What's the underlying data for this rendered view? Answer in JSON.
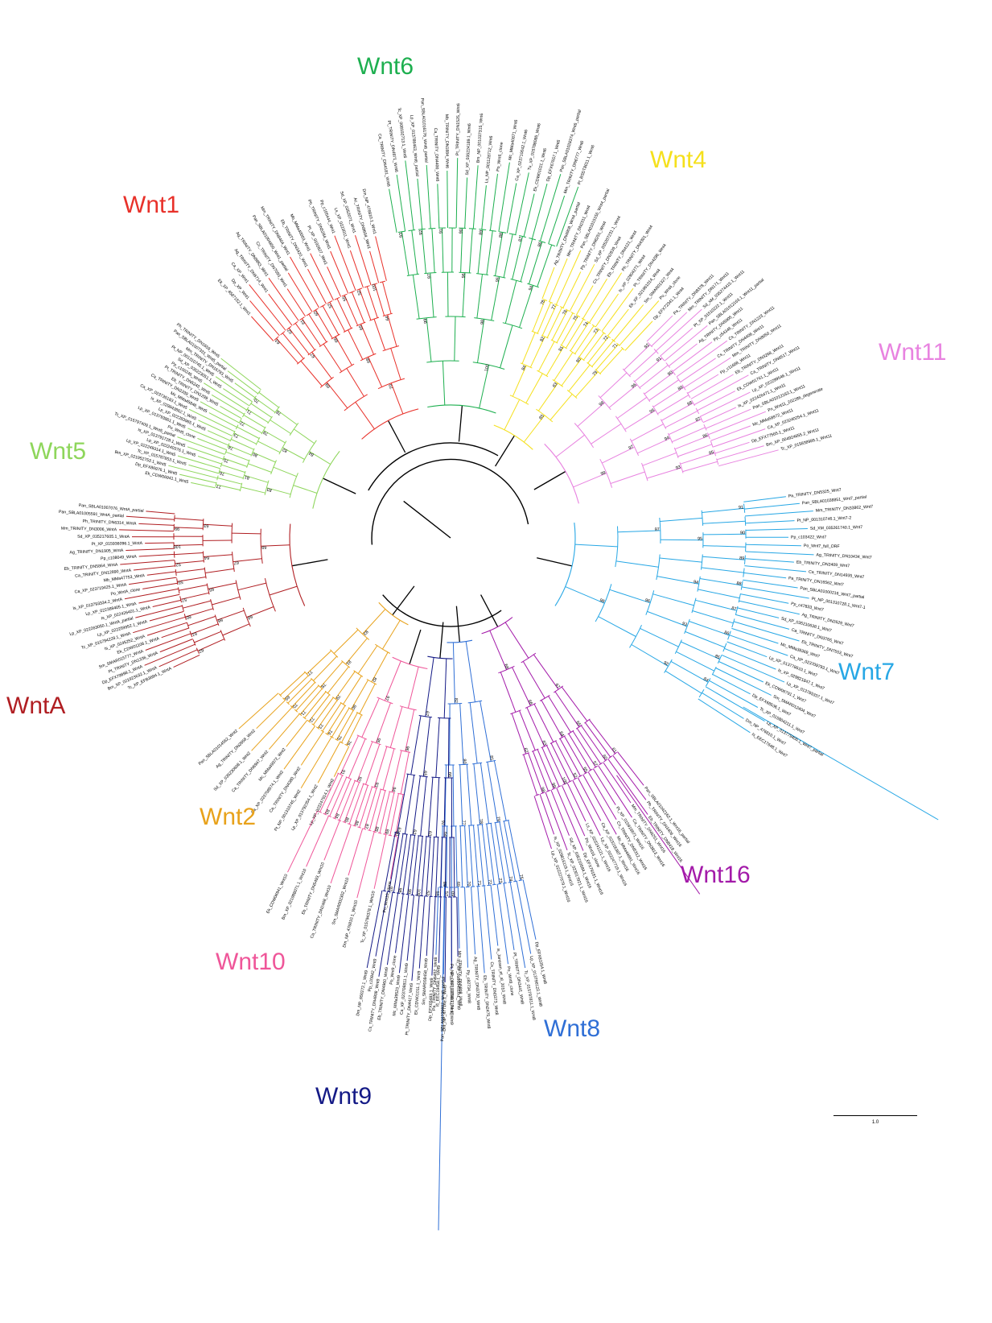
{
  "colors": {
    "Wnt1": "#e8312a",
    "Wnt6": "#1daf4f",
    "Wnt4": "#f5e01c",
    "Wnt11": "#e883e0",
    "Wnt7": "#27a7e5",
    "Wnt16": "#a31aa9",
    "Wnt8": "#2f6fd6",
    "Wnt9": "#141a86",
    "Wnt10": "#ef5699",
    "Wnt2": "#e8a21b",
    "WntA": "#b01e22",
    "Wnt5": "#8ed65b",
    "backbone": "#000000"
  },
  "clades": [
    {
      "name": "Wnt6",
      "color_key": "Wnt6"
    },
    {
      "name": "Wnt4",
      "color_key": "Wnt4"
    },
    {
      "name": "Wnt1",
      "color_key": "Wnt1"
    },
    {
      "name": "Wnt11",
      "color_key": "Wnt11"
    },
    {
      "name": "Wnt5",
      "color_key": "Wnt5"
    },
    {
      "name": "WntA",
      "color_key": "WntA"
    },
    {
      "name": "Wnt7",
      "color_key": "Wnt7"
    },
    {
      "name": "Wnt2",
      "color_key": "Wnt2"
    },
    {
      "name": "Wnt16",
      "color_key": "Wnt16"
    },
    {
      "name": "Wnt10",
      "color_key": "Wnt10"
    },
    {
      "name": "Wnt8",
      "color_key": "Wnt8"
    },
    {
      "name": "Wnt9",
      "color_key": "Wnt9"
    }
  ],
  "leaves": {
    "Wnt1": [
      "Ek_XP_4587152.1_Wnt1",
      "Dp_XP_Wnt1",
      "Ca_XP_Wnt1",
      "Ag_TRINITY_DN6714_Wnt1",
      "Ag_TRINITY_DN8953_Wnt1",
      "Cs_TRINITY_DN7093_Wnt1",
      "Pan_SBLA01004850_Wnt1_partial",
      "Mm_TRINITY_DN8404_Wnt1",
      "Eb_TRINITY_DN3420_Wnt1",
      "Mb_MMa40003_Wnt1",
      "Pt_XP_0192827_Wnt1",
      "Ph_TRINITY_DN5284_Wnt1",
      "Pp_c105444_Wnt1",
      "Ls_XP_0223011_Wnt1",
      "Sd_XP_0352071_Wnt1",
      "Ac_TRINITY_DN8694_Wnt1",
      "Dm_NP_476810.1_Wnt1"
    ],
    "Wnt6": [
      "Ca_TRINITY_DN4181_Wnt6",
      "Pt_TRINITY_DN4871_Wnt6",
      "Tc_XP_008192713.1_Wnt6",
      "Lp_XP_013786463_Wnt6_partial",
      "Pan_SBLA01016176_Wnt6_partial",
      "Ca_TRINITY_DN4400_Wnt6",
      "Mb_TRINITY_DN1884_Wnt6",
      "Pt_TRINITY_DN1525_Wnt6",
      "Sd_XP_035224189.1_Wnt6",
      "Bm_NP_001037315_Wnt6",
      "Ls_NP_001128712_Wnt6",
      "Po_Wnt6_clone",
      "Mc_MMa40871_Wnt6",
      "Ca_XP_023710042.1_Wnt6",
      "Tu_XP_015788085_Wnt6",
      "Ek_CDW01021.1_Wnt6",
      "Dp_EFX67657.1_Wnt6",
      "Pan_SBLA01028374_Wnt6_partial",
      "Mm_TRINITY_DN6777_Wnt6",
      "Pt_BSDT8011.1_Wnt6"
    ],
    "Wnt4": [
      "Ag_TRINITY_DN4908_Wnt4_partial",
      "Mm_TRINITY_DN2311_Wnt4",
      "Pan_SBLA01015156_Wnt4_partial",
      "Pp_TRINITY_DN6251_Wnt4",
      "Sd_XP_035207231.1_Wnt4",
      "Cs_TRINITY_DN2839_Wnt4",
      "Eb_TRINITY_DN4121_Wnt4",
      "Ph_TRINITY_DN4301_Wnt4",
      "Is_XP_02904271_Wnt4",
      "Pt_TRINITY_DN4286_Wnt4",
      "Ek_XP_021961014_Wnt4",
      "Sm_SMAR01327_Wnt4",
      "Po_Wnt4_clone",
      "Dp_EFX72341.1_Wnt4"
    ],
    "Wnt11": [
      "Pa_TRINITY_DN8378_Wnt11",
      "Mm_TRINITY_DN171_Wnt11",
      "Sd_XM_035274415.1_Wnt11",
      "Pt_XP_01510222.1_Wnt11",
      "Pan_SBLA01012163.1_Wnt11_partial",
      "Ag_TRINITY_DN5005_Wnt11",
      "Pp_c54346_Wnt11",
      "Cs_TRINITY_DN1223_Wnt11",
      "Cs_TRINITY_DN4406_Wnt11",
      "Mm_TRINITY_DN8050_Wnt11",
      "Pp_c11668_Wnt11",
      "Eb_TRINITY_DN3268_Wnt11",
      "Ca_TRINITY_DN6517_Wnt11",
      "Ek_CDW01761.1_Wnt11",
      "Lp_XP_022299546.1_Wnt11",
      "Is_XP_022426471.1_Wnt11",
      "Pan_SBLA01012163.1_Wnt11",
      "Pn_Wnt11_202286_degenerate",
      "Mc_MMa58972_Wnt11",
      "Ca_XP_023240254.1_Wnt11",
      "Dp_EFX77565.1_Wnt11",
      "Bm_XP_004924655.2_Wnt11",
      "Tc_XP_015838989.1_Wnt11"
    ],
    "Wnt5": [
      "Ek_CDW06941.1_Wnt5",
      "Dp_EFX86976.1_Wnt5",
      "Bm_XP_021952753.1_Wnt5",
      "Tc_XP_015787853.1_Wnt5",
      "Lp_XP_022249314.1_Wnt5",
      "Lp_XP_022240376.1_Wnt5",
      "Is_XP_013791728.1_Wnt5",
      "Tc_XP_015797409.1_Wnt5_partial",
      "Po_Wnt5_clone",
      "Lp_XP_013793861.1_Wnt5",
      "Lp_XP_022283965.1_Wnt5",
      "Is_XP_029843862.1_Wnt5",
      "Ca_XP_023735183.1_Wnt5",
      "Mc_MMa45846_Wnt5",
      "Ca_TRINITY_DN2339_Wnt5",
      "Eb_TRINITY_DN1299_Wnt5",
      "Pt_TRINITY_DN5243_Wnt5",
      "Pp_c100246_Wnt5",
      "Sd_XP_035223051.1_Wnt5",
      "Pt_NP_001310745.1_Wnt5",
      "Mm_TRINITY_DN16793_Wnt5",
      "Pan_SBLA01007331_Wnt5_partial",
      "Ph_TRINITY_DN1659_Wnt5"
    ],
    "WntA": [
      "Tc_XP_EFB3694.1_WntA",
      "Bm_XP_021923632.1_WntA",
      "Dp_EFX79898.1_WntA",
      "Pt_TRINITY_DN1336_WntA",
      "Sm_SMAR015777_WntA",
      "Ek_CDW01108.1_WntA",
      "Is_XP_0245252_WntA",
      "Tc_XP_015794228.1_WntA",
      "Lp_XP_022259952.1_WntA",
      "Lp_XP_022263050.1_WntA_partial",
      "Is_XP_022426401.1_WntA",
      "Lp_XP_022389405.1_WntA",
      "Is_XP_013793334.2_WntA",
      "Po_WntA_clone",
      "Ca_XP_023719425.1_WntA",
      "Mb_MMa47753_WntA",
      "Ca_TRINITY_DN12890_WntA",
      "Eb_TRINITY_DN5864_WntA",
      "Pp_c108049_WntA",
      "Ag_TRINITY_DN1905_WntA",
      "Pt_XP_015936096.1_WntA",
      "Sd_XP_035217605.1_WntA",
      "Mm_TRINITY_DN3006_WntA",
      "Ph_TRINITY_DN6314_WntA",
      "Pan_SBLA01005591_WntA_partial",
      "Pan_SBLA01007076_WntA_partial"
    ],
    "Wnt7": [
      "Pa_TRINITY_DN5325_Wnt7",
      "Pan_SBLA01038851_Wnt7_partial",
      "Mm_TRINITY_DN33862_Wnt7",
      "Pt_NP_001310746.1_Wnt7-2",
      "Sd_XM_035261740.1_Wnt7",
      "Pp_c103422_Wnt7",
      "Po_Wnt7_full_ORF",
      "Ag_TRINITY_DN10434_Wnt7",
      "Eb_TRINITY_DN2409_Wnt7",
      "Ca_TRINITY_DN14935_Wnt7",
      "Pa_TRINITY_DN16562_Wnt7",
      "Pan_SBLA01000216_Wnt7_partial",
      "Pt_NP_001310728.1_Wnt7-1",
      "Pp_c47833_Wnt7",
      "Ag_TRINITY_DN2629_Wnt7",
      "Sd_XP_035210638.1_Wnt7",
      "Ca_TRINITY_DN3765_Wnt7",
      "Eb_TRINITY_DN7553_Wnt7",
      "Mc_MMa38369_Wnt7",
      "Ca_XP_023709793.1_Wnt7",
      "Lp_XP_013778610.1_Wnt7",
      "Is_XP_029821847.1_Wnt7",
      "Lp_XP_013785337.1_Wnt7",
      "Ek_CDW06791.1_Wnt7",
      "Sm_SMAR012404_Wnt7",
      "Dp_EFX68536.1_Wnt7",
      "Tc_XP_015804211.1_Wnt7",
      "Lp_XP_013779400.1_Wnt7_partial",
      "Dm_NP_476810.1_Wnt7",
      "Is_EEC17648.1_Wnt7"
    ],
    "Wnt2": [
      "Lp_XP_022247914.1_Wnt2",
      "Lp_XP_013792354.1_Wnt2",
      "Pt_NP_001310745_Wnt2",
      "Ca_TRINITY_DN4380_Wnt2",
      "Ca_XP_023708574.1_Wnt2",
      "Mc_MMa49972_Wnt2",
      "Ca_TRINITY_DN6947_Wnt2",
      "Sd_XP_035230608.1_Wnt2",
      "Ag_TRINITY_DN2658_Wnt2",
      "Pan_SBLA01014562_Wnt2"
    ],
    "Wnt16": [
      "Pan_SBLA01042162.1_Wnt16_partial",
      "Ph_TRINITY_DN3406_Wnt16",
      "Eb_TRINITY_DN8418_Wnt16",
      "Mm_TRINITY_DN6251_Wnt16",
      "Ca_TRINITY_DN3813_Wnt16",
      "Pt_XP_015916871_Wnt16",
      "Cs_TRINITY_DN5312_Wnt16",
      "Mc_MMa44681_Wnt16",
      "Ca_XP_023216387.1_Wnt16",
      "Lp_XP_022247719.1_Wnt16",
      "Ls_XP_022241121.1_Wnt16",
      "Po_Wnt16_clone",
      "Dp_EFX79181.1_Wnt16",
      "Sd_XP_035210584.1_Wnt16",
      "Tc_XP_023017921.1_Wnt16",
      "Is_XP_029816119.1_Wnt16",
      "Lp_XP_022227079.1_Wnt16"
    ],
    "Wnt10": [
      "Po_Wnt10_clone",
      "Tc_XP_015794378.1_Wnt10",
      "Dm_NP_476810.1_Wnt10",
      "Sm_SMAR002302_Wnt10",
      "Ca_TRINITY_DN2468_Wnt10",
      "Eb_TRINITY_DN5493_Wnt10",
      "Bm_XP_021988071.1_Wnt10",
      "Ek_CDW06941_Wnt10"
    ],
    "Wnt8": [
      "Dp_EFX81054.1_Wnt8",
      "Lp_XP_013796122.1_Wnt8",
      "Tc_XP_015797811.1_Wnt8",
      "Pt_TRINITY_DN3441_Wnt8",
      "Po_Wnt8_clone",
      "Is_Janssen_et_al_2010_Wnt8",
      "Cs_TRINITY_DN3373_Wnt8",
      "Eb_TRINITY_DN2475_Wnt8",
      "Ag_TRINITY_DN3730_Wnt8",
      "Pp_c82734_Wnt8",
      "Mm_TRINITY_DN5808_Wnt8",
      "Pt_NP_001310750.1_Wnt8",
      "Pan_SBLA01030982_Wnt8_partial",
      "Pa_TRINITY_DN6452_Wnt8"
    ],
    "Wnt9": [
      "Tc_XP_015804510.1_Wnt9",
      "Bm_XP_035487374.1_Wnt9",
      "Dm_NP_477162.1_Wnt9",
      "Is_EEC19458.1_Wnt9",
      "Dp_EFX65483.1_Wnt9",
      "Sm_SMAR008458_Wnt9",
      "Ek_CDW01011.1_Wnt9",
      "Pt_TRINITY_DN4417_Wnt9",
      "Ca_XP_023708811.1_Wnt9",
      "Mc_MMa39523_Wnt9",
      "Po_Wnt9_clone",
      "Eb_TRINITY_DN4960_Wnt9",
      "Cs_TRINITY_DN4808_Wnt9",
      "Pp_c10842_Wnt9",
      "Dm_NP_650272.1_Wnt9"
    ]
  },
  "bootstrap": [
    "100",
    "99",
    "98",
    "97",
    "96",
    "95",
    "94",
    "93",
    "92",
    "91",
    "90",
    "89",
    "88",
    "87",
    "86",
    "85",
    "84",
    "83",
    "82",
    "81",
    "80",
    "79",
    "78",
    "77",
    "76",
    "75",
    "74",
    "73",
    "72",
    "71",
    "70",
    "69",
    "68",
    "67",
    "66",
    "65",
    "64",
    "63",
    "62",
    "61",
    "60",
    "57",
    "55",
    "52"
  ],
  "scale_bar": {
    "label": "1.0"
  }
}
